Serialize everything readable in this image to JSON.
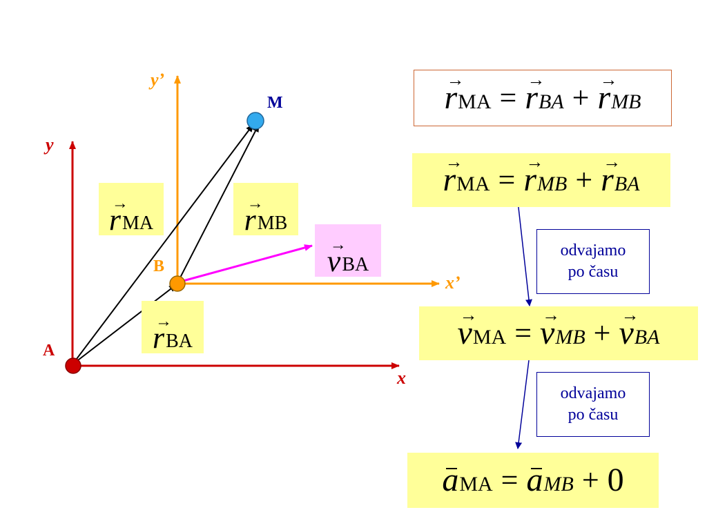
{
  "colors": {
    "fixed_axes": "#cc0000",
    "moving_axes": "#ff9900",
    "point_A": "#cc0000",
    "point_B": "#ff9900",
    "point_M": "#33aaee",
    "velocity_vector": "#ff00ff",
    "label_M": "#000099",
    "highlight": "#ffff99",
    "velocity_box": "#ffccff",
    "note_text": "#000099"
  },
  "diagram": {
    "axis_x": "x",
    "axis_y": "y",
    "axis_x_moving": "x’",
    "axis_y_moving": "y’",
    "point_A": "A",
    "point_B": "B",
    "point_M": "M",
    "label_r_ma": {
      "symbol": "r",
      "sub": "MA"
    },
    "label_r_mb": {
      "symbol": "r",
      "sub": "MB"
    },
    "label_r_ba": {
      "symbol": "r",
      "sub": "BA"
    },
    "label_v_ba": {
      "symbol": "v",
      "sub": "BA"
    }
  },
  "equations": {
    "eq1": {
      "t1": "r",
      "s1": "MA",
      "op1": "=",
      "t2": "r",
      "s2": "BA",
      "op2": "+",
      "t3": "r",
      "s3": "MB"
    },
    "eq2": {
      "t1": "r",
      "s1": "MA",
      "op1": "=",
      "t2": "r",
      "s2": "MB",
      "op2": "+",
      "t3": "r",
      "s3": "BA"
    },
    "eq3": {
      "t1": "v",
      "s1": "MA",
      "op1": "=",
      "t2": "v",
      "s2": "MB",
      "op2": "+",
      "t3": "v",
      "s3": "BA"
    },
    "eq4": {
      "t1": "a",
      "s1": "MA",
      "op1": "=",
      "t2": "a",
      "s2": "MB",
      "op2": "+",
      "t3": "0"
    }
  },
  "notes": {
    "note1": {
      "line1": "odvajamo",
      "line2": "po času"
    },
    "note2": {
      "line1": "odvajamo",
      "line2": "po času"
    }
  }
}
